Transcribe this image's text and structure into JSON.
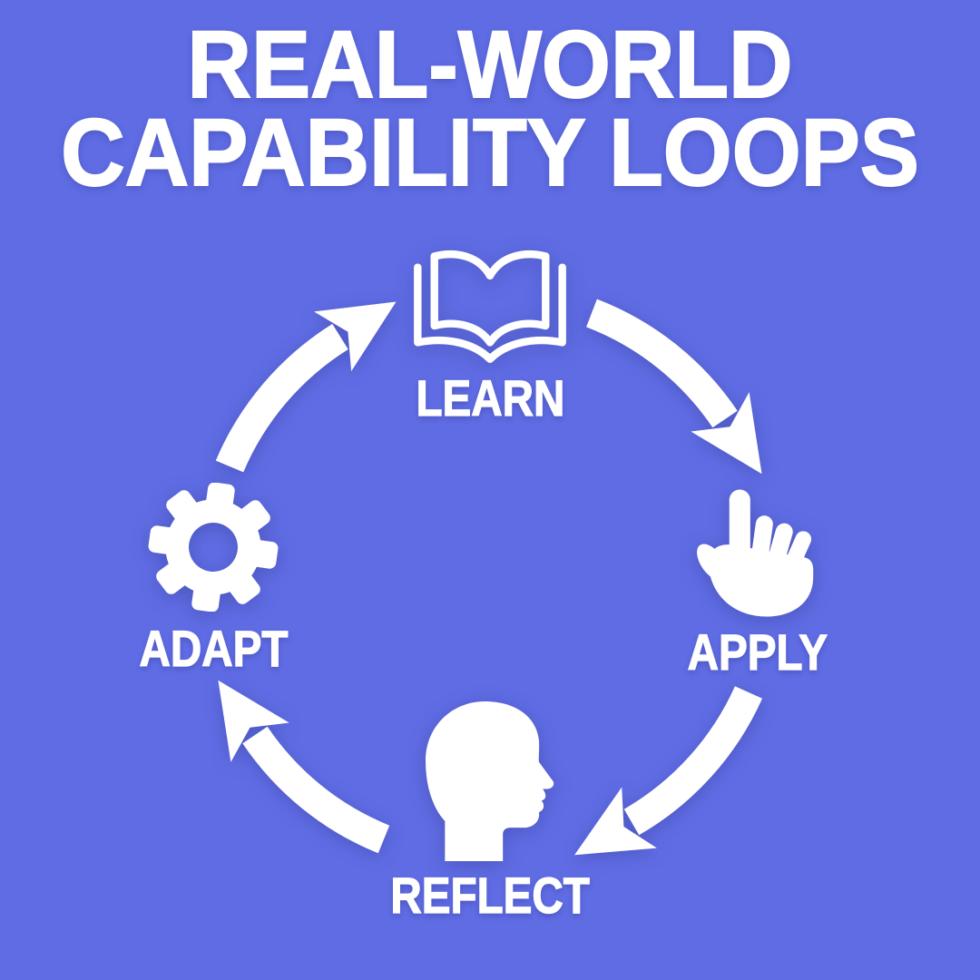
{
  "page": {
    "background_color": "#5f6ce4",
    "foreground_color": "#ffffff"
  },
  "title": {
    "line1": "REAL-WORLD",
    "line2": "CAPABILITY LOOPS"
  },
  "cycle": {
    "direction": "clockwise",
    "stages": [
      {
        "label": "LEARN",
        "icon": "open-book-icon",
        "position": "top"
      },
      {
        "label": "APPLY",
        "icon": "pointing-hand-icon",
        "position": "right"
      },
      {
        "label": "REFLECT",
        "icon": "head-profile-icon",
        "position": "bottom"
      },
      {
        "label": "ADAPT",
        "icon": "gear-icon",
        "position": "left"
      }
    ],
    "arrows": [
      {
        "from": "LEARN",
        "to": "APPLY"
      },
      {
        "from": "APPLY",
        "to": "REFLECT"
      },
      {
        "from": "REFLECT",
        "to": "ADAPT"
      },
      {
        "from": "ADAPT",
        "to": "LEARN"
      }
    ]
  }
}
